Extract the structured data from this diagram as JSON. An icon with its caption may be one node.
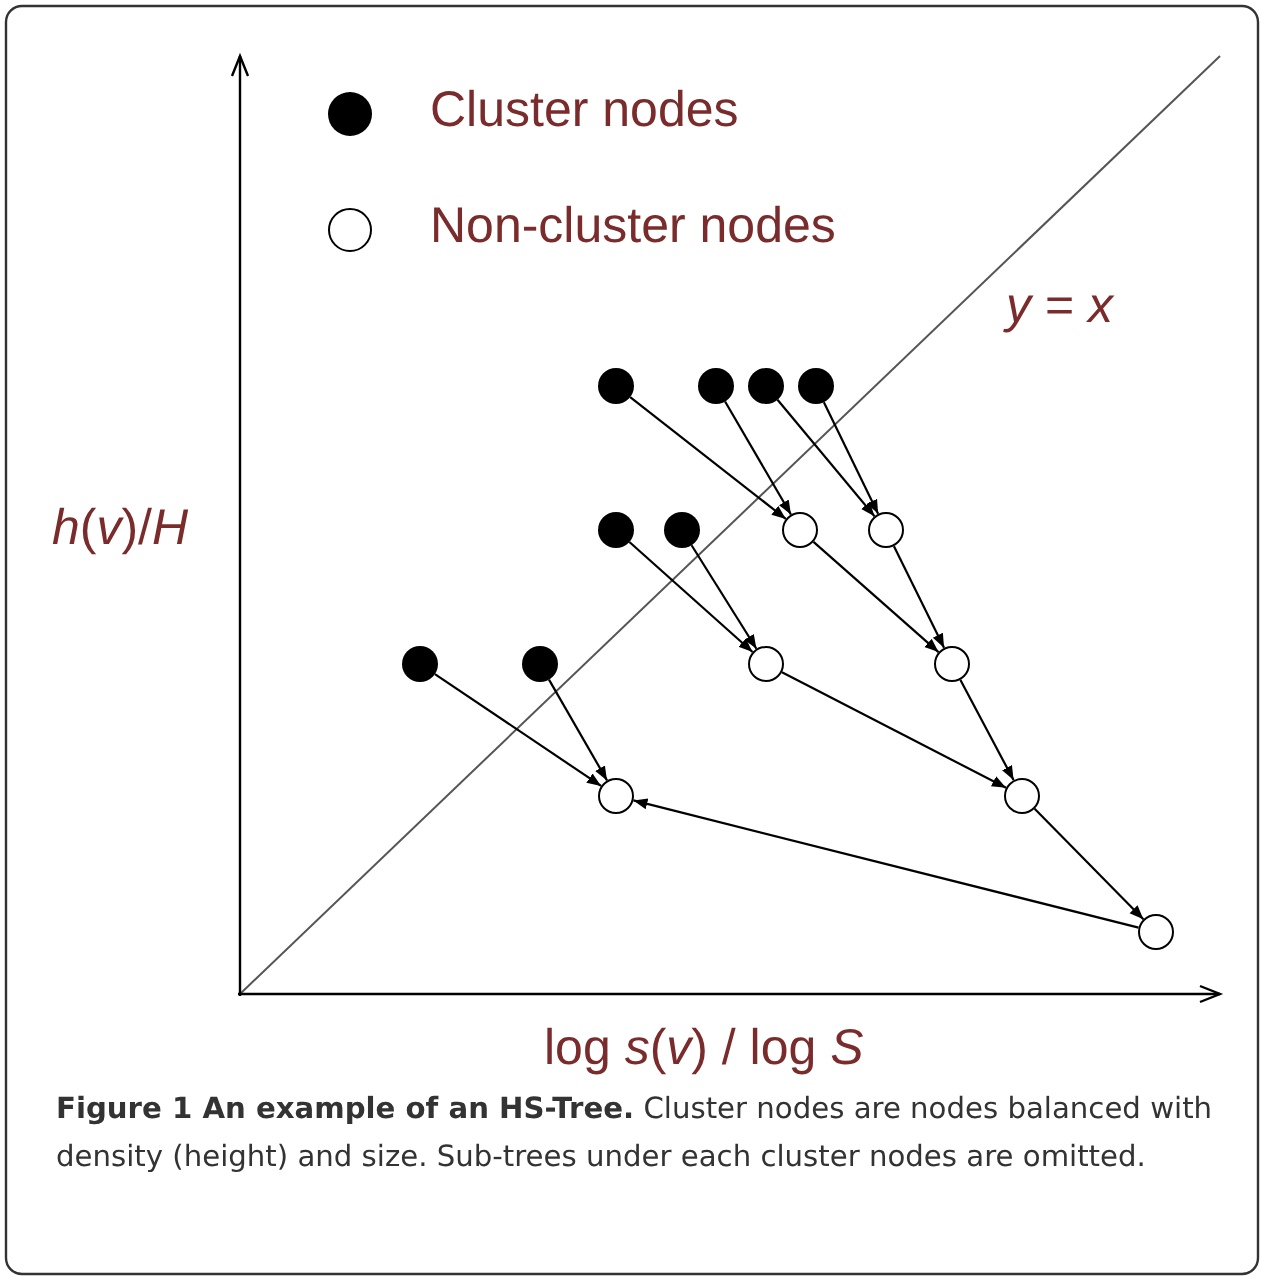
{
  "diagram": {
    "caption": "**Figure 1 An example of an HS-Tree.** Cluster nodes are nodes balanced with density (height) and size. Sub-trees under each cluster nodes are omitted.",
    "nodes": [
      {
        "text": [],
        "shape": "circle"
      },
      {
        "text": [],
        "shape": "circle"
      },
      {
        "text": [],
        "shape": "circle"
      },
      {
        "text": [],
        "shape": "circle"
      },
      {
        "text": [],
        "shape": "circle"
      },
      {
        "text": [],
        "shape": "circle"
      },
      {
        "text": [],
        "shape": "circle"
      },
      {
        "text": [],
        "shape": "circle"
      },
      {
        "text": [],
        "shape": "circle"
      },
      {
        "text": [],
        "shape": "circle"
      },
      {
        "text": [],
        "shape": "circle"
      },
      {
        "text": [],
        "shape": "circle"
      },
      {
        "text": [],
        "shape": "circle"
      },
      {
        "text": [],
        "shape": "circle"
      },
      {
        "text": [],
        "shape": "circle"
      }
    ],
    "edges": [
      {
        "from": 0,
        "to": 6,
        "arrow": "to"
      },
      {
        "from": 1,
        "to": 6,
        "arrow": "to"
      },
      {
        "from": 2,
        "to": 7,
        "arrow": "to"
      },
      {
        "from": 3,
        "to": 7,
        "arrow": "to"
      },
      {
        "from": 4,
        "to": 10,
        "arrow": "to"
      },
      {
        "from": 5,
        "to": 10,
        "arrow": "to"
      },
      {
        "from": 6,
        "to": 11,
        "arrow": "to"
      },
      {
        "from": 7,
        "to": 11,
        "arrow": "to"
      },
      {
        "from": 8,
        "to": 12,
        "arrow": "to"
      },
      {
        "from": 9,
        "to": 12,
        "arrow": "to"
      },
      {
        "from": 10,
        "to": 13,
        "arrow": "to"
      },
      {
        "from": 11,
        "to": 13,
        "arrow": "to"
      },
      {
        "from": 14,
        "to": 12,
        "arrow": "to"
      },
      {
        "from": 13,
        "to": 14,
        "arrow": "to"
      }
    ],
    "labels": [
      "*y* = *x*",
      "*h*(*v*)/*H*",
      "log *s*(*v*) / log *S*"
    ],
    "legend": [
      {
        "text": "Cluster nodes"
      },
      {
        "text": "Non-cluster nodes"
      }
    ]
  }
}
